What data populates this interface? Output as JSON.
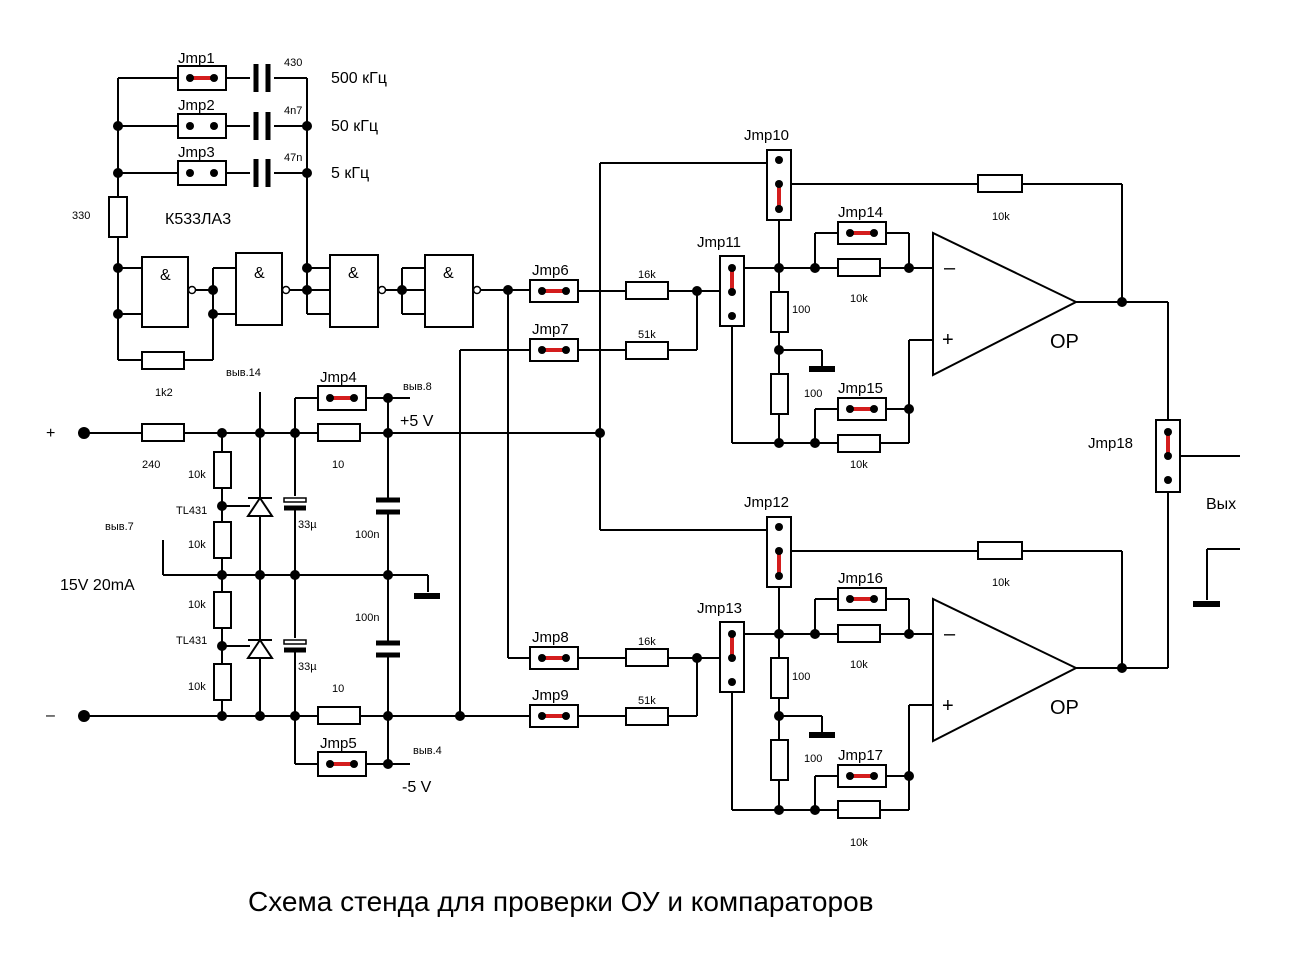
{
  "caption": "Схема стенда для проверки ОУ и компараторов",
  "oscillator": {
    "ic_label": "К533ЛА3",
    "freq_labels": [
      "500 кГц",
      "50 кГц",
      "5 кГц"
    ],
    "cap_values": [
      "430",
      "4n7",
      "47n"
    ],
    "jumpers": [
      "Jmp1",
      "Jmp2",
      "Jmp3"
    ],
    "r_timing": "330",
    "r_feedback": "1k2",
    "gate_symbol": "&"
  },
  "power": {
    "plus": "+",
    "minus": "–",
    "r_input": "240",
    "pin14": "выв.14",
    "pin8": "выв.8",
    "pin7": "выв.7",
    "pin4": "выв.4",
    "plus5v": "+5 V",
    "minus5v": "-5 V",
    "supply": "15V 20mA",
    "jmp4": "Jmp4",
    "jmp5": "Jmp5",
    "r10_top": "10",
    "r10_bottom": "10",
    "tl431": "TL431",
    "r10k": "10k",
    "c33": "33µ",
    "c100n": "100n"
  },
  "opamp_stage": {
    "op_label": "OP",
    "minus_sign": "–",
    "plus_sign": "+",
    "r16k": "16k",
    "r51k": "51k",
    "r100": "100",
    "r10k": "10k",
    "jumpers_top": [
      "Jmp6",
      "Jmp7",
      "Jmp10",
      "Jmp11",
      "Jmp14",
      "Jmp15"
    ],
    "jumpers_bottom": [
      "Jmp8",
      "Jmp9",
      "Jmp12",
      "Jmp13",
      "Jmp16",
      "Jmp17"
    ],
    "jmp18": "Jmp18",
    "output": "Вых"
  }
}
